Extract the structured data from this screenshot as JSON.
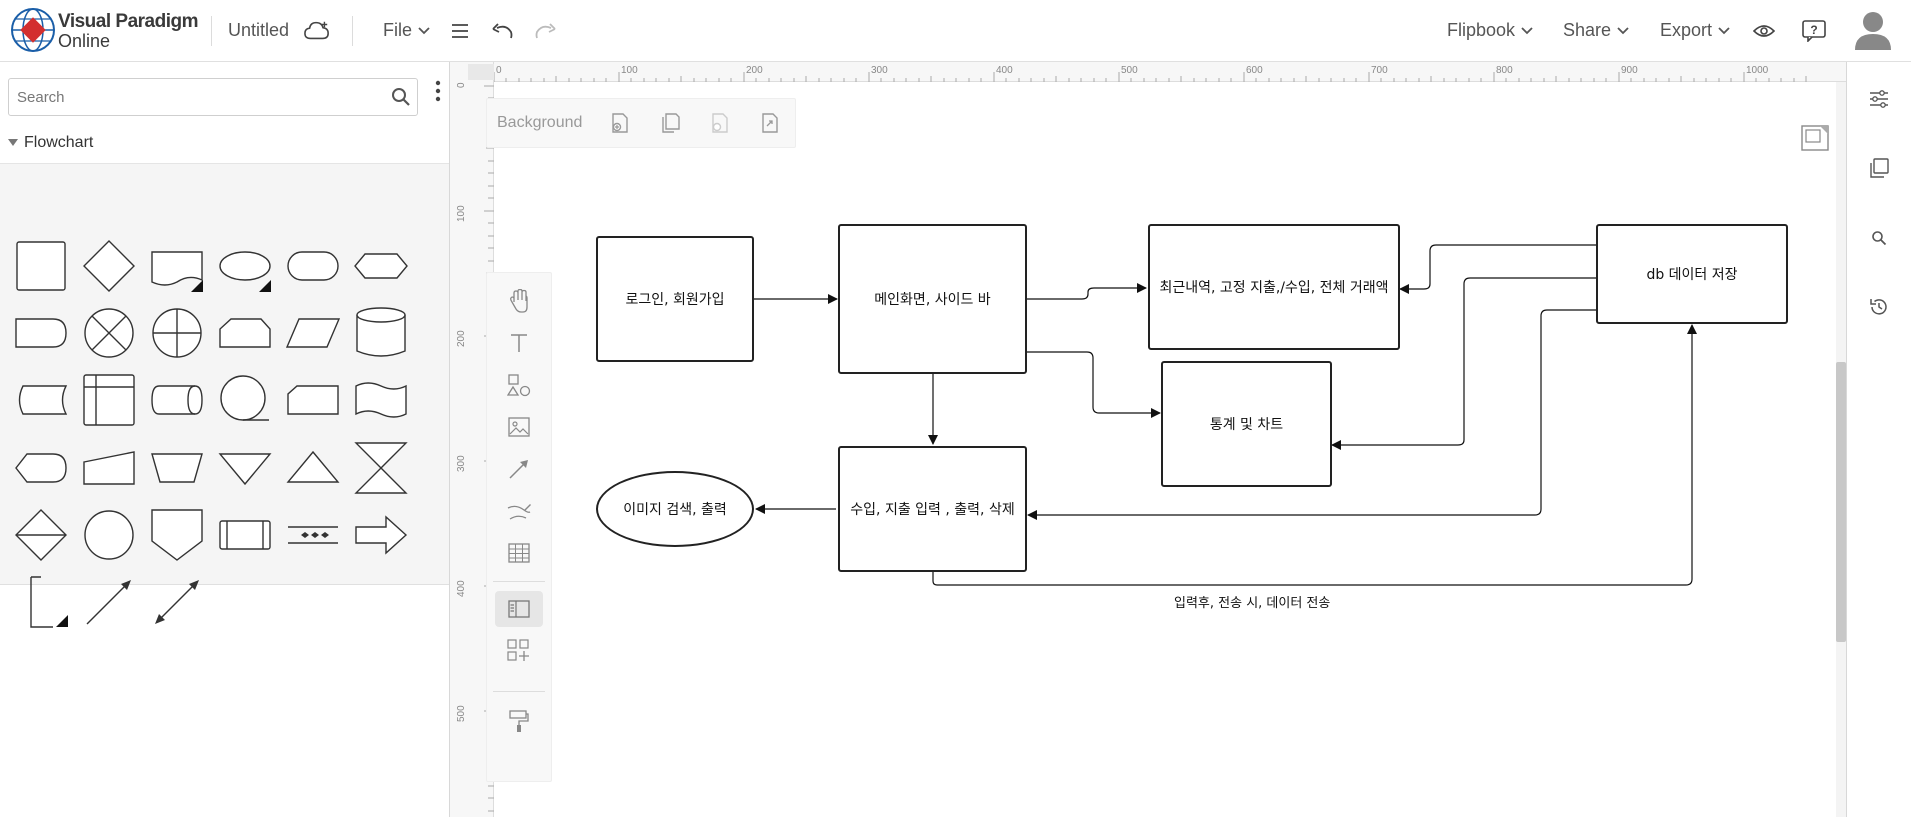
{
  "app": {
    "logo_line1": "Visual Paradigm",
    "logo_line2": "Online",
    "doc_title": "Untitled"
  },
  "header": {
    "file_label": "File",
    "flipbook_label": "Flipbook",
    "share_label": "Share",
    "export_label": "Export"
  },
  "sidebar": {
    "search_placeholder": "Search",
    "category": "Flowchart"
  },
  "canvas": {
    "background_label": "Background",
    "ruler_h": [
      "0",
      "100",
      "200",
      "300",
      "400",
      "500",
      "600",
      "700",
      "800",
      "900",
      "1000"
    ],
    "ruler_v": [
      "0",
      "100",
      "200",
      "300",
      "400",
      "500"
    ]
  },
  "diagram": {
    "nodes": {
      "login": "로그인, 회원가입",
      "main": "메인화면, 사이드 바",
      "recent": "최근내역, 고정 지출,/수입, 전체 거래액",
      "db": "db 데이터 저장",
      "stats": "통계 및 차트",
      "io": "수입, 지출 입력 , 출력, 삭제",
      "image": "이미지 검색, 출력"
    },
    "edge_label": "입력후, 전송 시, 데이터 전송"
  },
  "colors": {
    "accent": "#1a5ea8",
    "logo_red": "#d32f2f",
    "border": "#222222"
  }
}
